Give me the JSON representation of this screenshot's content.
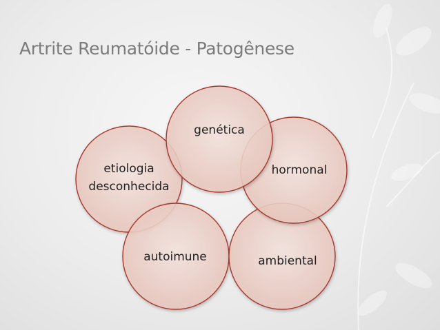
{
  "title": "Artrite Reumatóide - Patogênese",
  "diagram": {
    "nodes": [
      {
        "id": "genetica",
        "lines": [
          "genética"
        ]
      },
      {
        "id": "hormonal",
        "lines": [
          "hormonal"
        ]
      },
      {
        "id": "ambiental",
        "lines": [
          "ambiental"
        ]
      },
      {
        "id": "autoimune",
        "lines": [
          "autoimune"
        ]
      },
      {
        "id": "etiologia",
        "lines": [
          "etiologia",
          "desconhecida"
        ]
      }
    ],
    "colors": {
      "circle_fill_center": "#f4e3de",
      "circle_fill_edge": "#e9c7bd",
      "circle_stroke": "#a5382d",
      "label": "#222222",
      "title": "#7b7b7b",
      "background": "#ececec"
    }
  }
}
